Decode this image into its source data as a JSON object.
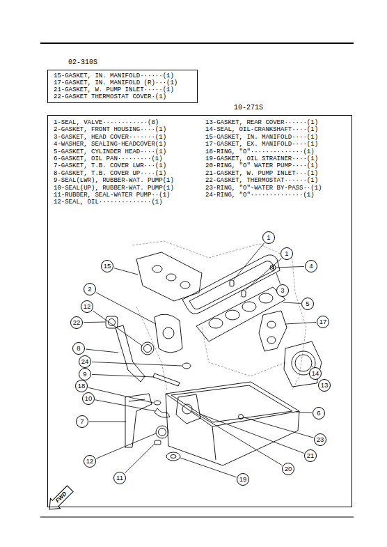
{
  "diagram": {
    "nodes": [
      {
        "text": [
          "02-310S",
          "15-GASKET, IN. MANIFOLD······(1)",
          "17-GASKET, IN. MANIFOLD (R)···(1)",
          "21-GASKET, W. PUMP INLET·····(1)",
          "22-GASKET THERMOSTAT COVER·(1)"
        ]
      },
      {
        "text": [
          "10-271S",
          "1-SEAL, VALVE············(8)",
          "2-GASKET, FRONT HOUSING····(1)",
          "3-GASKET, HEAD COVER·······(1)",
          "4-WASHER, SEALING-HEADCOVER(1)",
          "5-GASKET, CYLINDER HEAD····(1)",
          "6-GASKET, OIL PAN·········(1)",
          "7-GASKET, T.B. COVER LWR···(1)",
          "8-GASKET, T.B. COVER UP····(1)",
          "9-SEAL(LWR), RUBBER-WAT. PUMP(1)",
          "10-SEAL(UP), RUBBER-WAT. PUMP(1)",
          "11-RUBBER, SEAL-WATER PUMP··(1)",
          "12-SEAL, OIL··············(1)",
          "13-GASKET, REAR COVER······(1)",
          "14-SEAL, OIL-CRANKSHAFT····(1)",
          "15-GASKET, IN. MANIFOLD····(1)",
          "17-GASKET, EX. MANIFOLD····(1)",
          "18-RING, \"O\"··············(1)",
          "19-GASKET, OIL STRAINER····(1)",
          "20-RING, \"O\" WATER PUMP····(1)",
          "21-GASKET, W. PUMP INLET···(1)",
          "22-GASKET, THERMOSTAT······(1)",
          "23-RING, \"O\"-WATER BY-PASS··(1)",
          "24-RING, \"O\"··············(1)"
        ]
      },
      {
        "text": [
          "1"
        ],
        "in": 1
      },
      {
        "text": [
          "1"
        ],
        "in": 1
      },
      {
        "text": [
          "15"
        ],
        "in": 1
      },
      {
        "text": [
          "4"
        ],
        "in": 1
      },
      {
        "text": [
          "2"
        ],
        "in": 1
      },
      {
        "text": [
          "3"
        ],
        "in": 1
      },
      {
        "text": [
          "5"
        ],
        "in": 1
      },
      {
        "text": [
          "12"
        ],
        "in": 1
      },
      {
        "text": [
          "17"
        ],
        "in": 1
      },
      {
        "text": [
          "22"
        ],
        "in": 1
      },
      {
        "text": [
          "8"
        ],
        "in": 1
      },
      {
        "text": [
          "24"
        ],
        "in": 1
      },
      {
        "text": [
          "14"
        ],
        "in": 1
      },
      {
        "text": [
          "9"
        ],
        "in": 1
      },
      {
        "text": [
          "13"
        ],
        "in": 1
      },
      {
        "text": [
          "18"
        ],
        "in": 1
      },
      {
        "text": [
          "10"
        ],
        "in": 1
      },
      {
        "text": [
          "6"
        ],
        "in": 1
      },
      {
        "text": [
          "7"
        ],
        "in": 1
      },
      {
        "text": [
          "23"
        ],
        "in": 1
      },
      {
        "text": [
          "21"
        ],
        "in": 1
      },
      {
        "text": [
          "12"
        ],
        "in": 1
      },
      {
        "text": [
          "20"
        ],
        "in": 1
      },
      {
        "text": [
          "11"
        ],
        "in": 1
      },
      {
        "text": [
          "19"
        ],
        "in": 1
      }
    ],
    "labels": [
      "FWD"
    ]
  }
}
